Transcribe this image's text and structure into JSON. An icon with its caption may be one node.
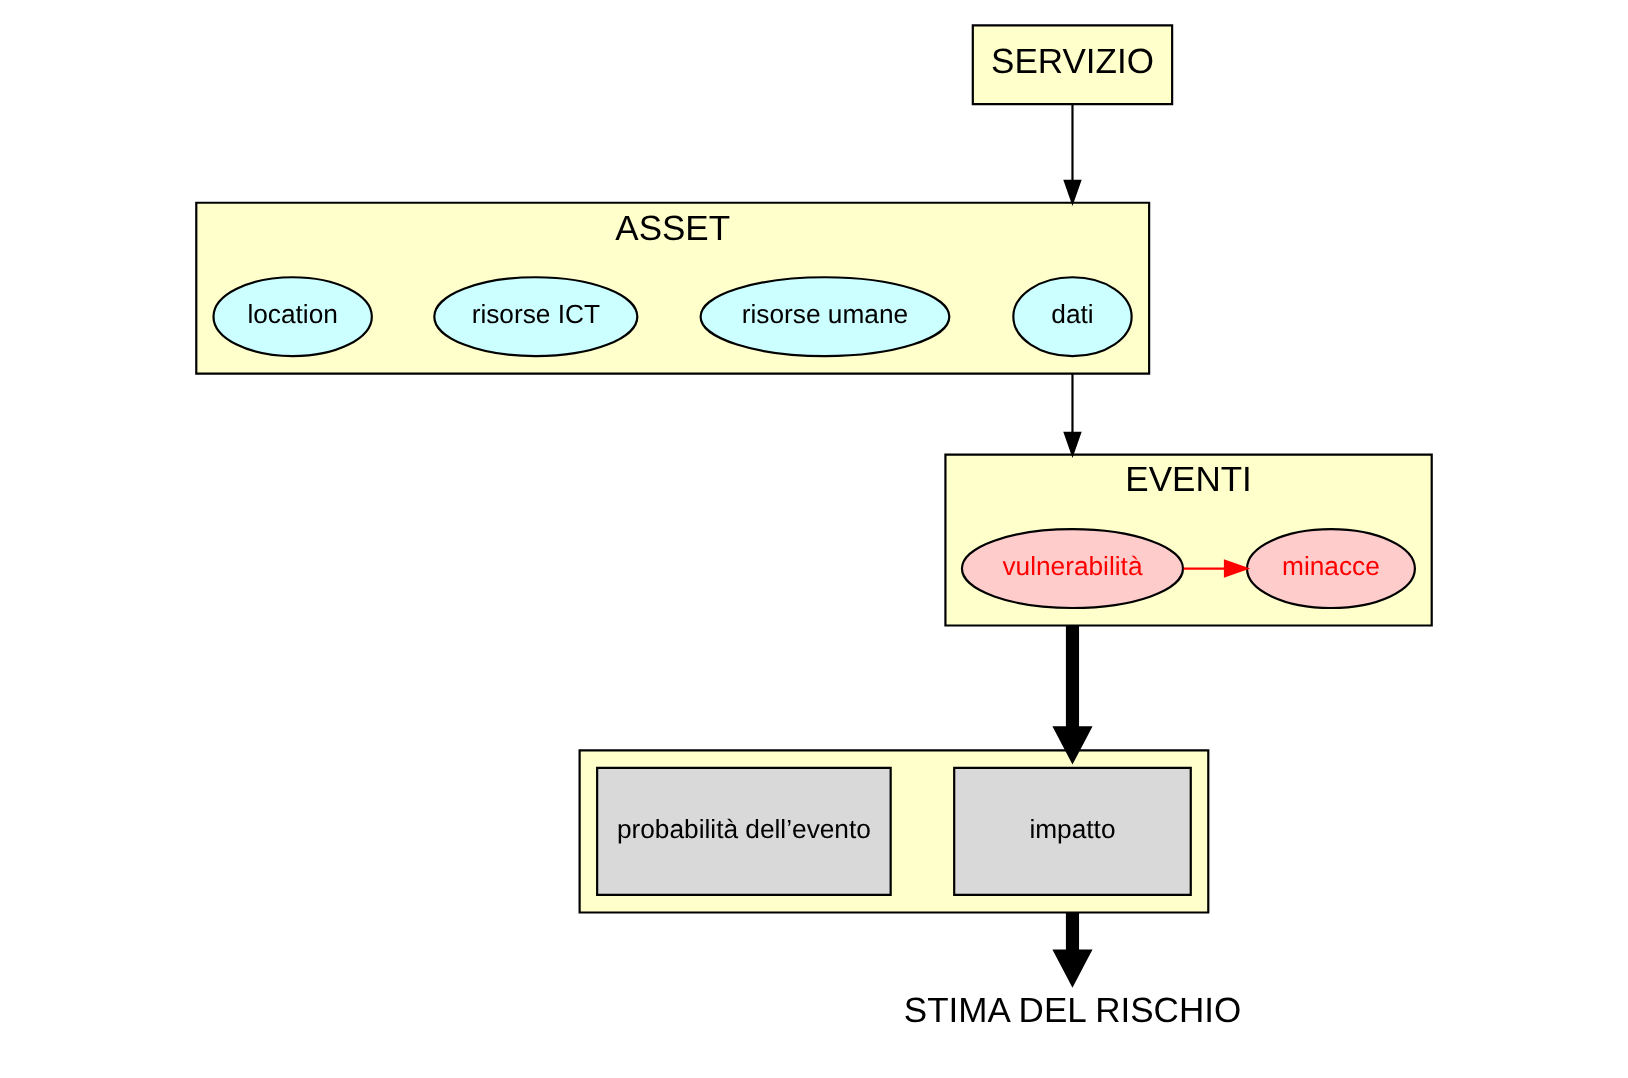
{
  "diagram": {
    "nodes": [
      {
        "text": [
          "SERVIZIO"
        ]
      },
      {
        "text": [
          "ASSET"
        ]
      },
      {
        "text": [
          "dati"
        ],
        "in": 1
      },
      {
        "text": [
          "risorse umane"
        ],
        "in": 1
      },
      {
        "text": [
          "risorse ICT"
        ],
        "in": 1
      },
      {
        "text": [
          "location"
        ],
        "in": 1
      },
      {
        "text": [
          "EVENTI"
        ]
      },
      {
        "text": [
          "vulnerabilità"
        ],
        "in": 6
      },
      {
        "text": [
          "minacce"
        ],
        "in": 6
      },
      {
        "text": [],
        "shape": "box"
      },
      {
        "text": [
          "impatto"
        ],
        "in": 9
      },
      {
        "text": [
          "probabilità dell’evento"
        ],
        "in": 9
      },
      {
        "text": [
          "STIMA DEL RISCHIO"
        ]
      }
    ],
    "edges": [
      {
        "from": 0,
        "to": 1,
        "arrow": "to"
      },
      {
        "from": 1,
        "to": 6,
        "arrow": "to"
      },
      {
        "from": 7,
        "to": 8,
        "arrow": "to",
        "color": "#ff0000"
      },
      {
        "from": 6,
        "to": 9,
        "arrow": "to",
        "style": "thick"
      },
      {
        "from": 9,
        "to": 12,
        "arrow": "to",
        "style": "thick"
      }
    ]
  }
}
